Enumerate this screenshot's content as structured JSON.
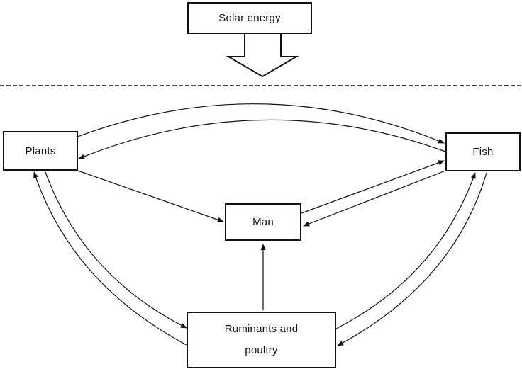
{
  "nodes": {
    "solar_energy": "Solar energy",
    "plants": "Plants",
    "fish": "Fish",
    "man": "Man",
    "ruminants_line1": "Ruminants and",
    "ruminants_line2": "poultry"
  },
  "edges": [
    {
      "from": "Plants",
      "to": "Fish"
    },
    {
      "from": "Fish",
      "to": "Plants"
    },
    {
      "from": "Plants",
      "to": "Man"
    },
    {
      "from": "Man",
      "to": "Fish"
    },
    {
      "from": "Fish",
      "to": "Man"
    },
    {
      "from": "Plants",
      "to": "Ruminants and poultry"
    },
    {
      "from": "Ruminants and poultry",
      "to": "Plants"
    },
    {
      "from": "Fish",
      "to": "Ruminants and poultry"
    },
    {
      "from": "Ruminants and poultry",
      "to": "Fish"
    },
    {
      "from": "Ruminants and poultry",
      "to": "Man"
    },
    {
      "from": "Solar energy",
      "to": "system"
    }
  ],
  "colors": {
    "ink": "#111111",
    "background": "#ffffff"
  }
}
